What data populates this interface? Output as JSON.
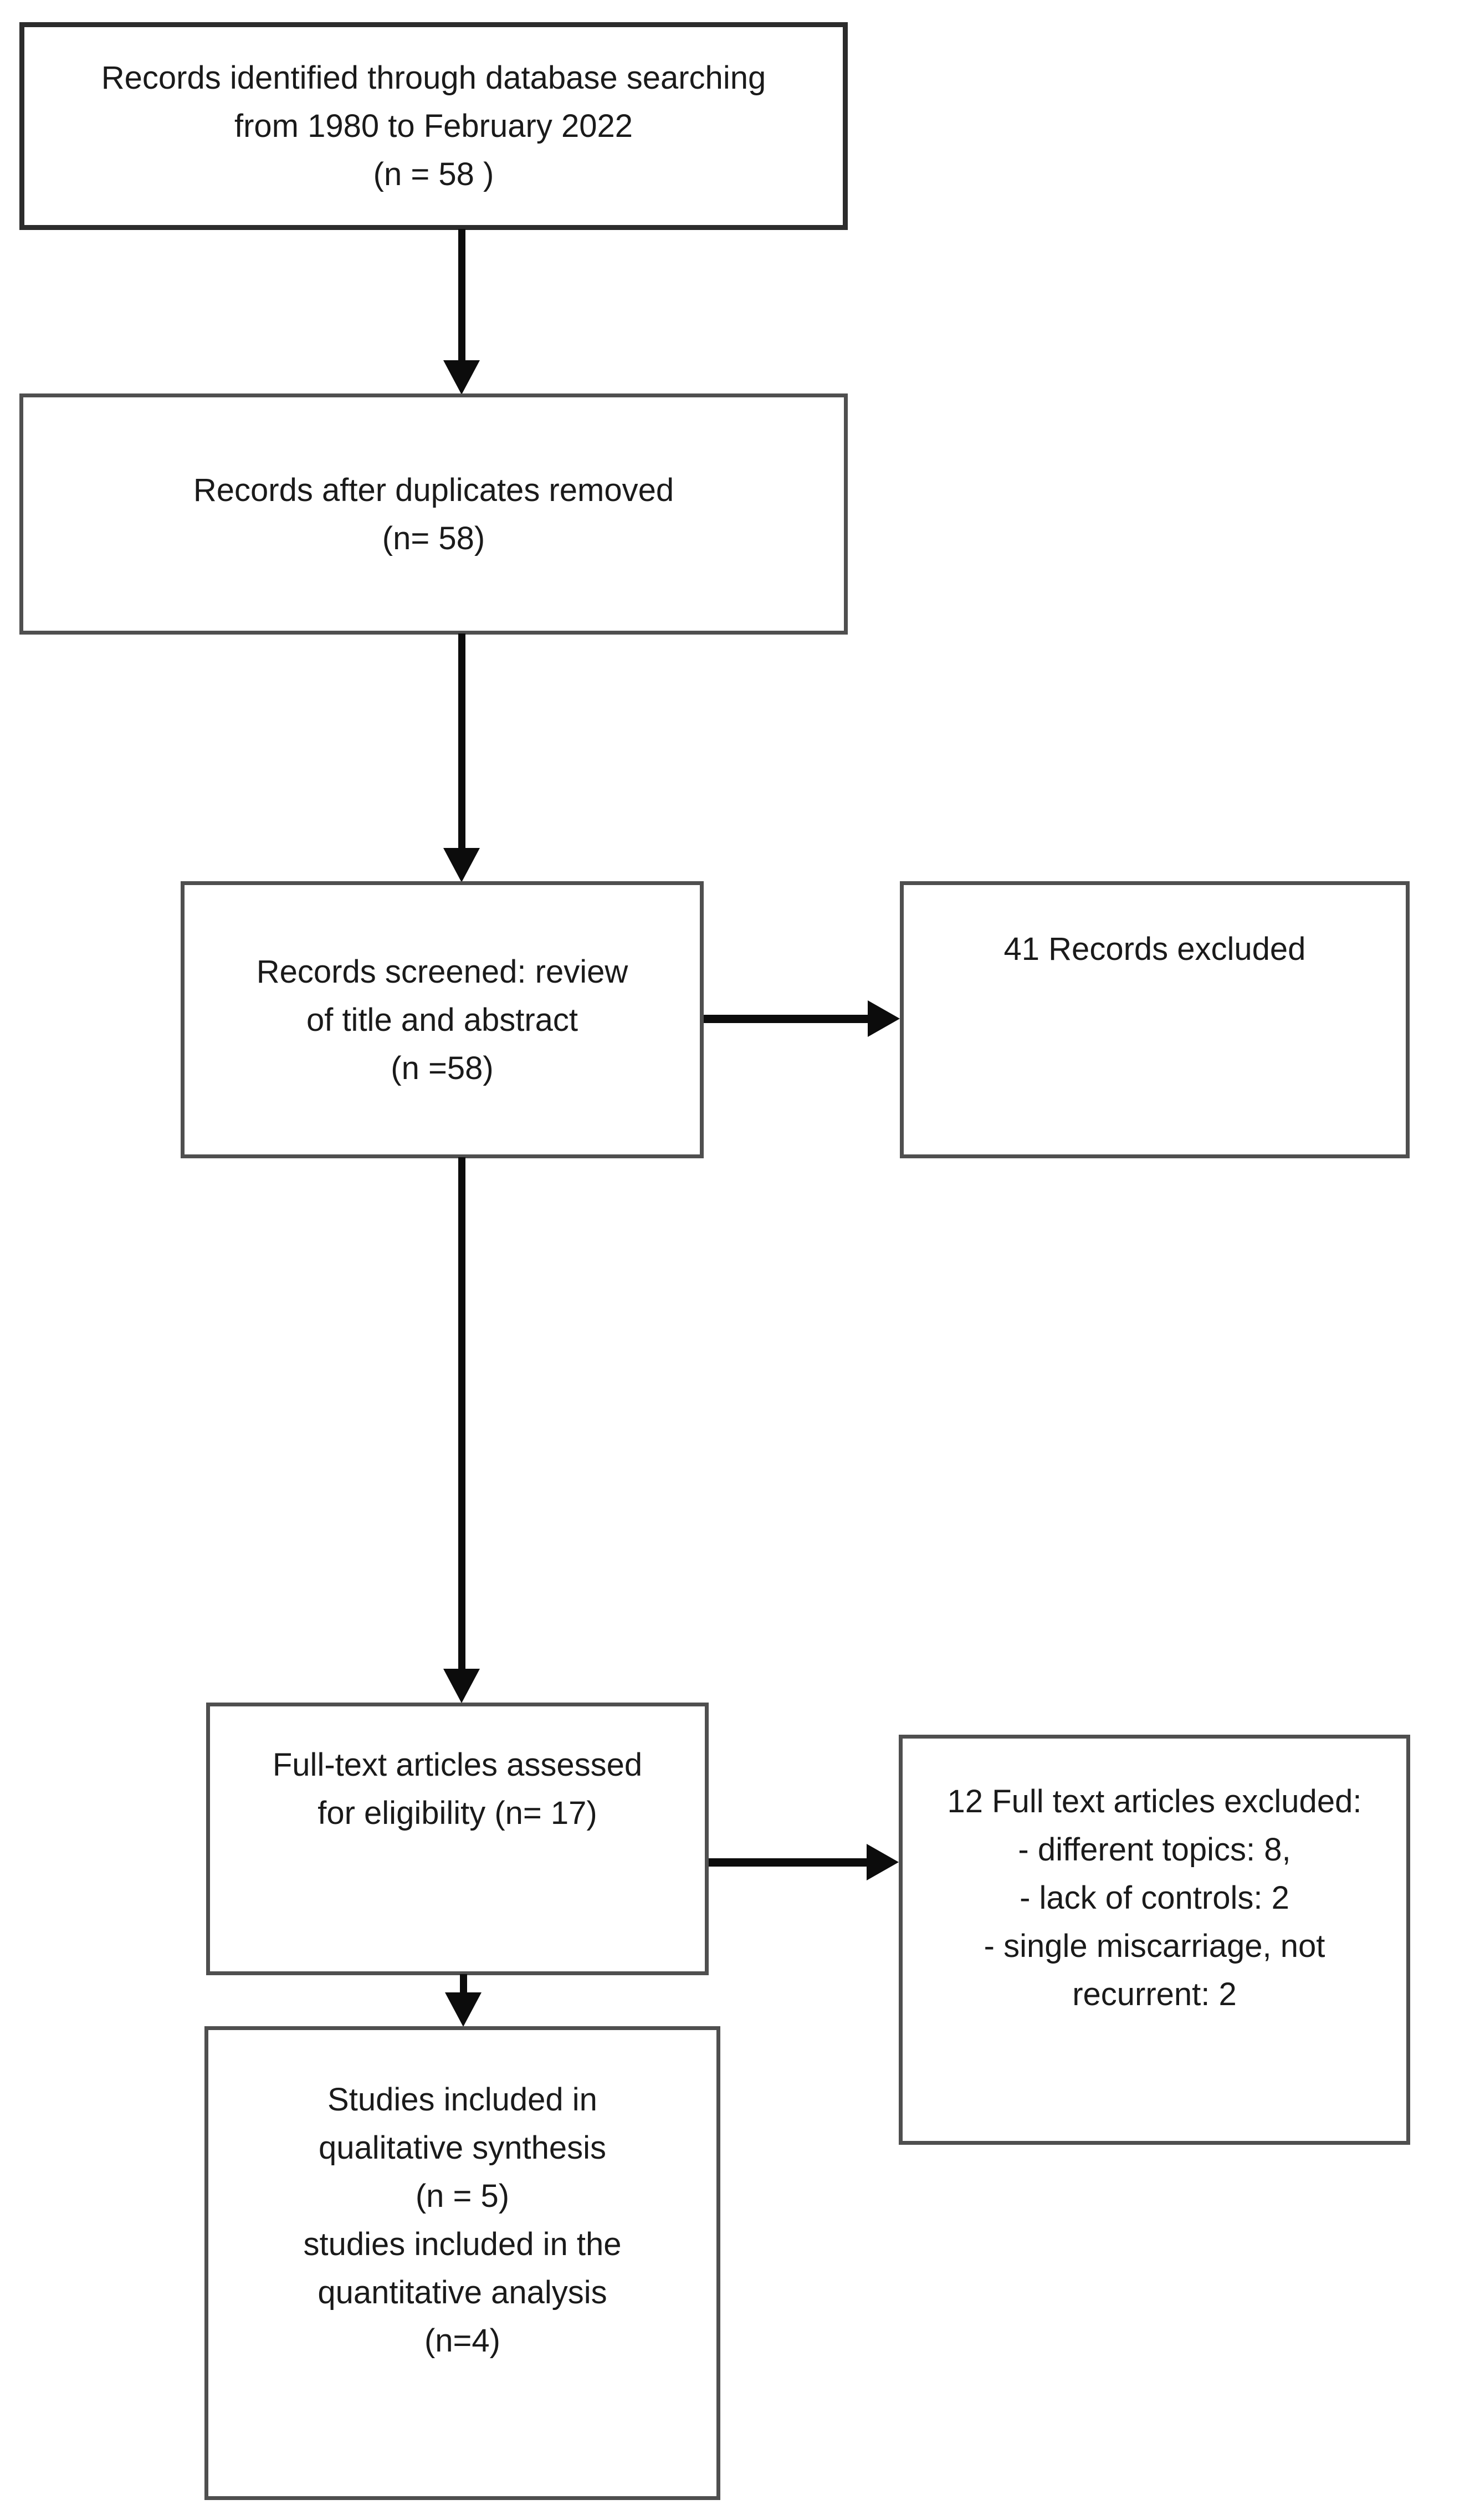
{
  "diagram": {
    "title": "PRISMA study selection flow diagram",
    "type": "flowchart",
    "colors": {
      "background": "#ffffff",
      "box_border": "#4f4f4f",
      "box_border_dark": "#2c2c2c",
      "arrow": "#0c0c0c",
      "text": "#1a1a1a"
    },
    "boxes": {
      "identification": {
        "text": "Records identified through database searching\nfrom 1980 to February 2022\n(n = 58 )"
      },
      "duplicates": {
        "text": "Records after duplicates removed\n(n= 58)"
      },
      "screened": {
        "text": "Records screened: review\nof title and abstract\n(n =58)"
      },
      "records_excluded": {
        "text": "41 Records excluded"
      },
      "fulltext": {
        "text": "Full-text articles assessed\nfor eligibility (n= 17)"
      },
      "fulltext_excluded": {
        "text": "12 Full text articles excluded:\n- different topics: 8,\n- lack of controls: 2\n- single miscarriage, not\nrecurrent: 2"
      },
      "included": {
        "text": "Studies included in\nqualitative synthesis\n(n = 5)\nstudies included in the\nquantitative analysis\n(n=4)"
      }
    },
    "arrows": [
      {
        "from": "identification",
        "to": "duplicates",
        "direction": "down"
      },
      {
        "from": "duplicates",
        "to": "screened",
        "direction": "down"
      },
      {
        "from": "screened",
        "to": "records_excluded",
        "direction": "right"
      },
      {
        "from": "screened",
        "to": "fulltext",
        "direction": "down"
      },
      {
        "from": "fulltext",
        "to": "fulltext_excluded",
        "direction": "right"
      },
      {
        "from": "fulltext",
        "to": "included",
        "direction": "down"
      }
    ]
  }
}
